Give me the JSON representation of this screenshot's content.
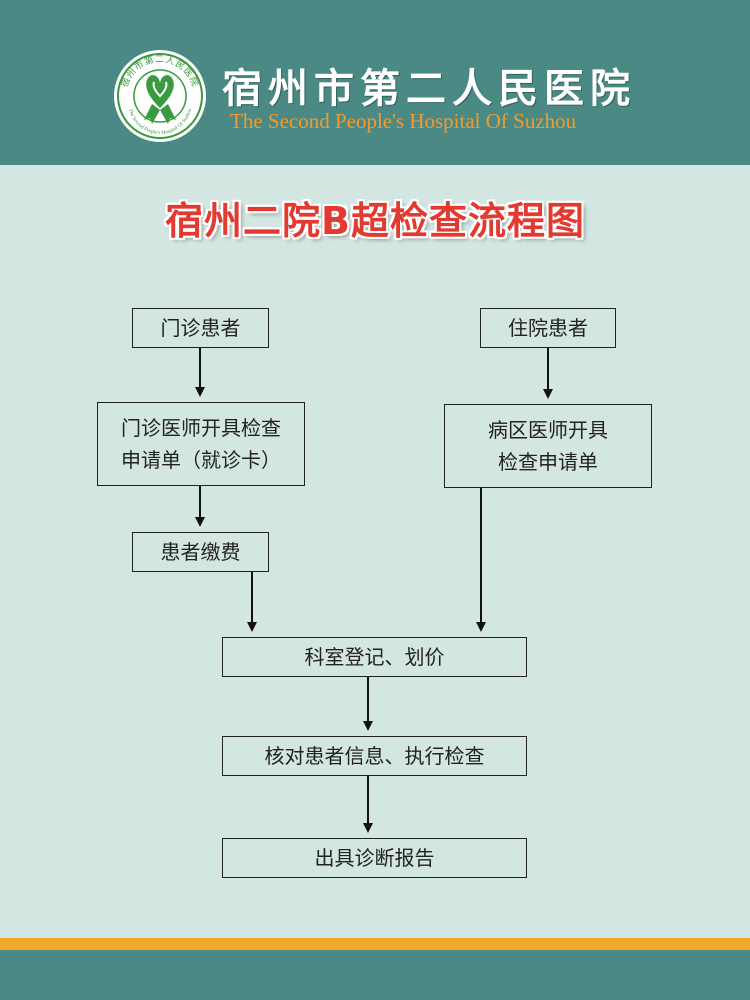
{
  "header": {
    "hospital_name_cn": "宿州市第二人民医院",
    "hospital_name_en": "The Second People's Hospital Of Suzhou",
    "logo_ring_text_cn": "宿州市第二人民医院",
    "logo_ring_text_en": "The Second People's Hospital Of Suzhou"
  },
  "title": "宿州二院B超检查流程图",
  "nodes": {
    "outpatient": "门诊患者",
    "inpatient": "住院患者",
    "outpatient_request_line1": "门诊医师开具检查",
    "outpatient_request_line2": "申请单（就诊卡）",
    "ward_request_line1": "病区医师开具",
    "ward_request_line2": "检查申请单",
    "payment": "患者缴费",
    "registration": "科室登记、划价",
    "verify": "核对患者信息、执行检查",
    "report": "出具诊断报告"
  },
  "colors": {
    "header_bg": "#4b8a84",
    "page_bg": "#d4e6e2",
    "title": "#e23a30",
    "english_name": "#f39a2e",
    "stripe": "#f2a92a",
    "logo_ribbon": "#3a9a3e"
  },
  "icons": {
    "logo": "green-ribbon-hospital-emblem"
  }
}
